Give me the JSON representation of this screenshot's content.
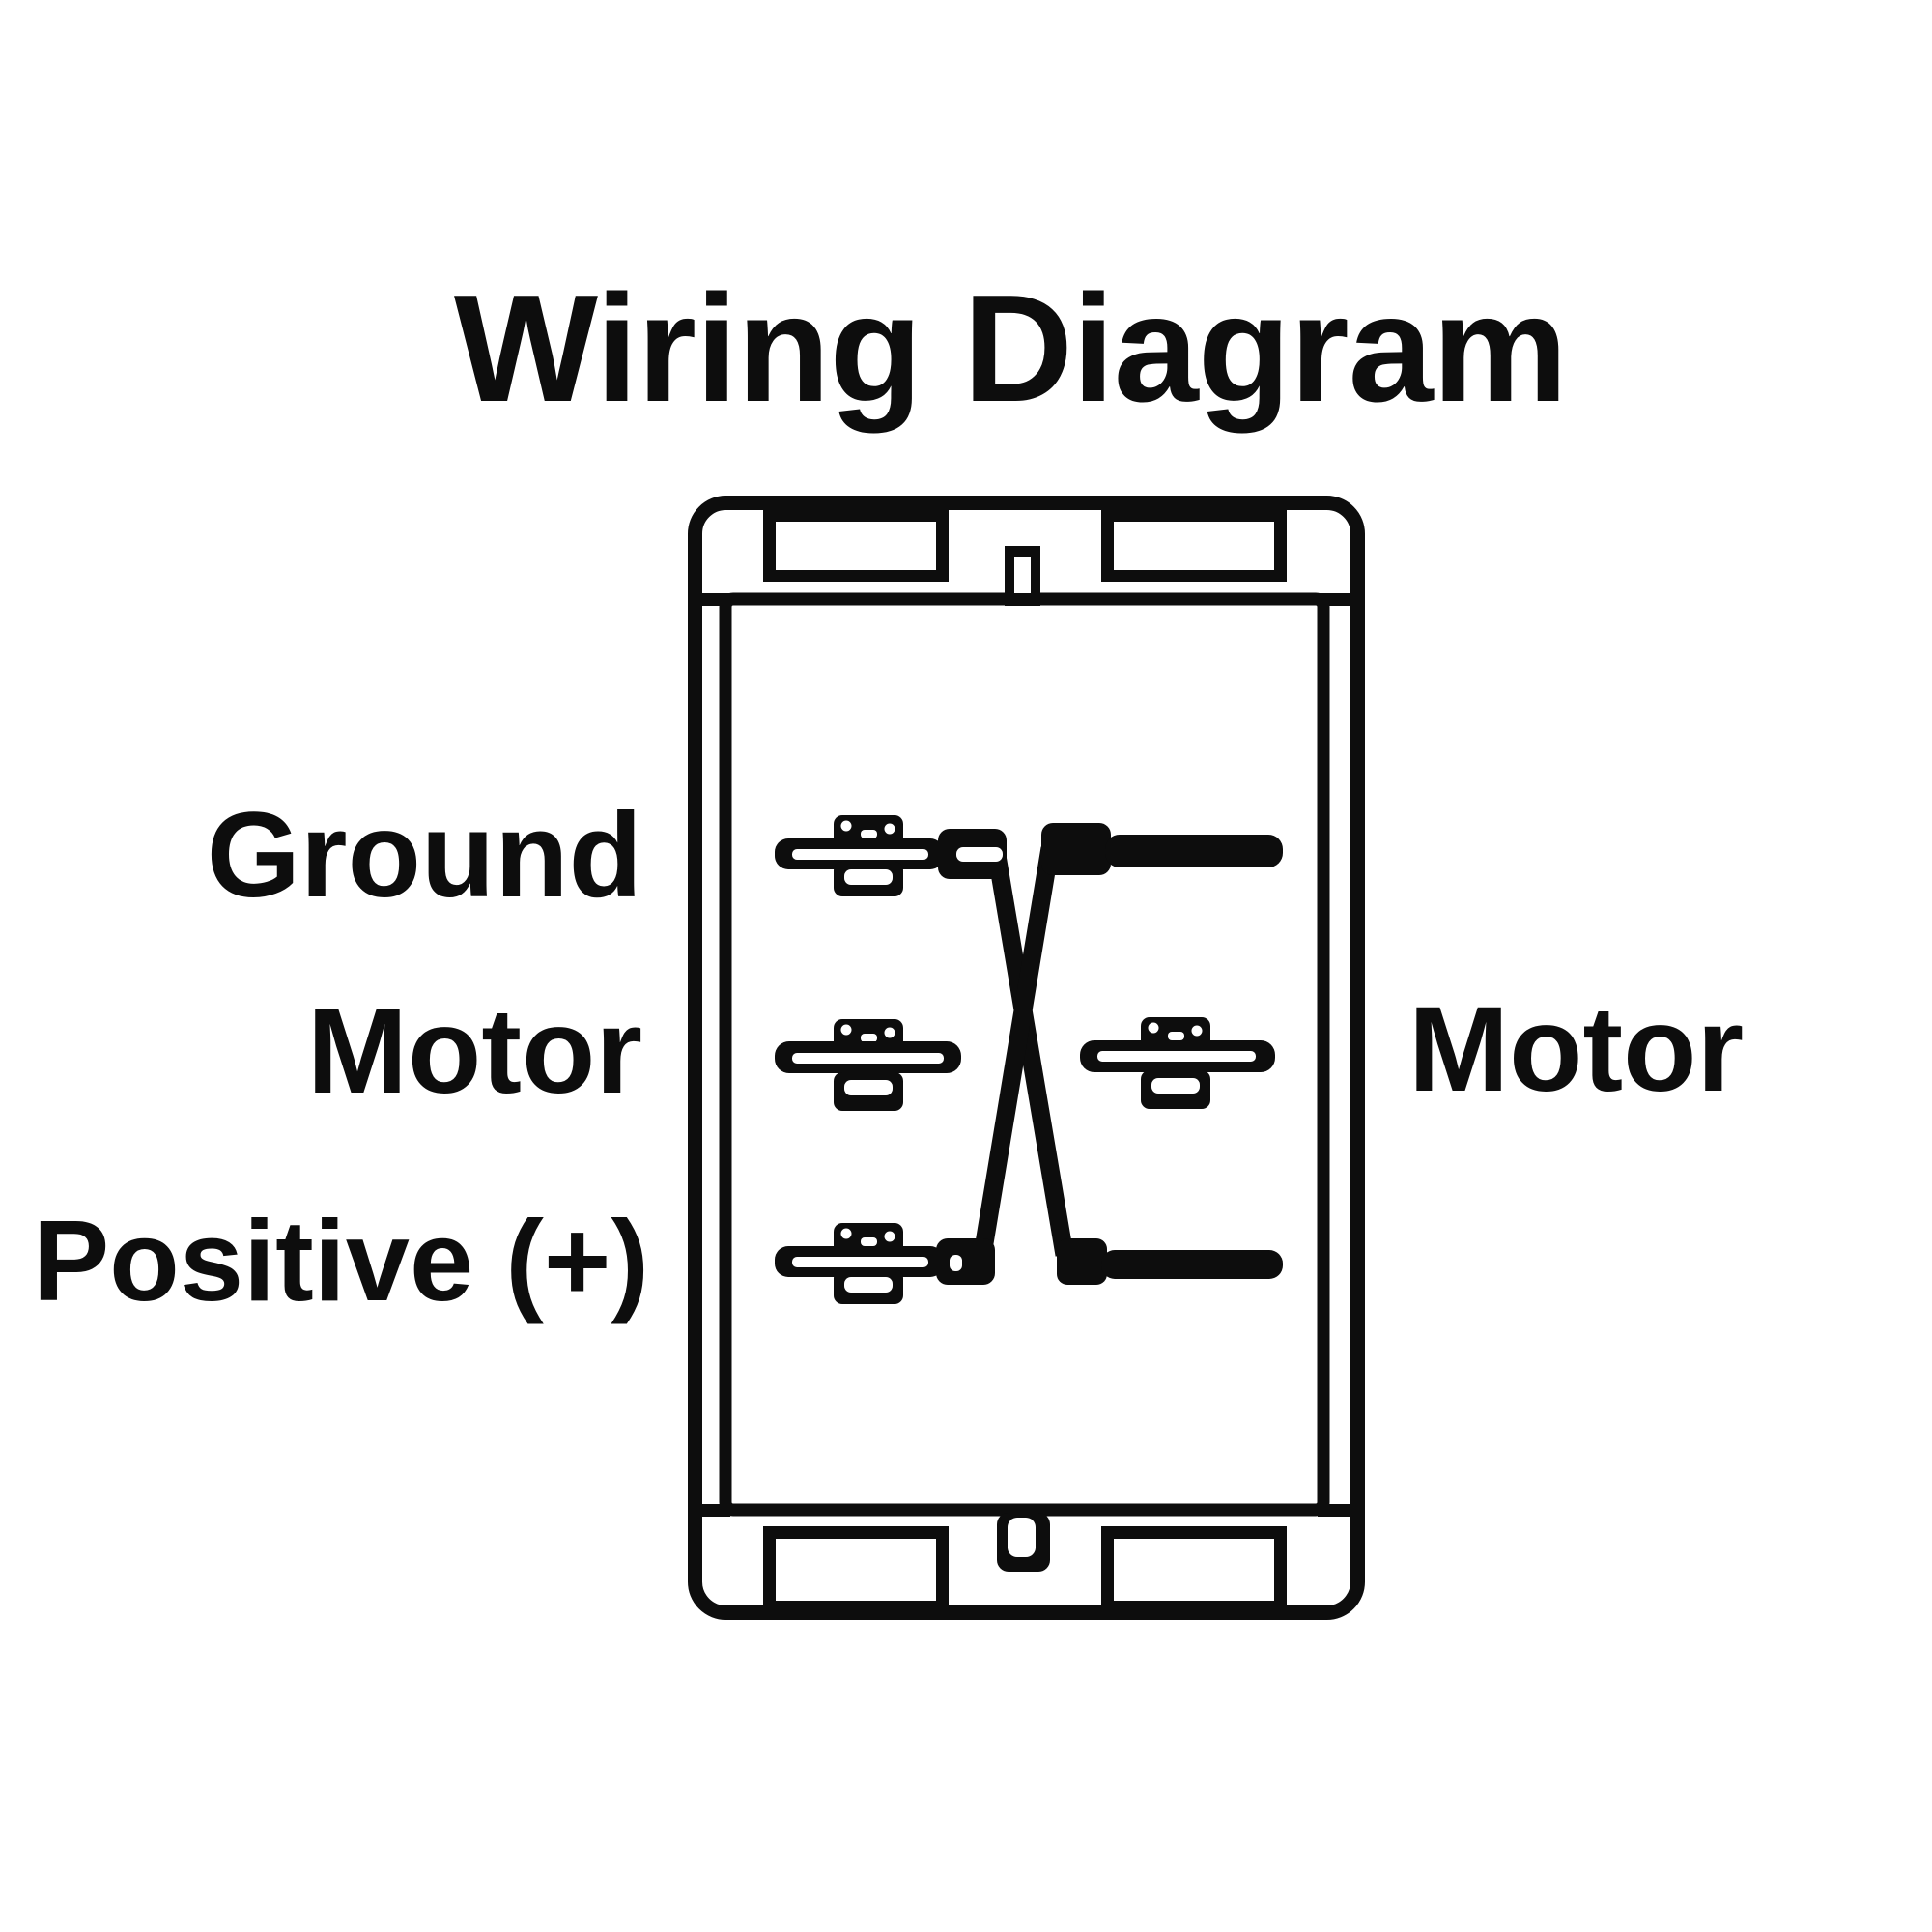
{
  "title": "Wiring Diagram",
  "labels": {
    "ground": "Ground",
    "motor_left": "Motor",
    "positive": "Positive (+)",
    "motor_right": "Motor"
  },
  "colors": {
    "line": "#0d0d0d",
    "background": "#ffffff"
  },
  "diagram": {
    "type": "rocker-switch-wiring",
    "device": "rocker switch rear view with mounting tabs",
    "terminals": [
      {
        "row": 1,
        "side": "left",
        "label": "Ground"
      },
      {
        "row": 2,
        "side": "left",
        "label": "Motor"
      },
      {
        "row": 2,
        "side": "right",
        "label": "Motor"
      },
      {
        "row": 3,
        "side": "left",
        "label": "Positive (+)"
      }
    ],
    "connections": [
      "Ground (top-left) wire crosses down to lower-right lead",
      "Positive (+) (bottom-left) wire crosses up to upper-right lead",
      "crossed jumper wires form an X between the terminal columns"
    ]
  }
}
